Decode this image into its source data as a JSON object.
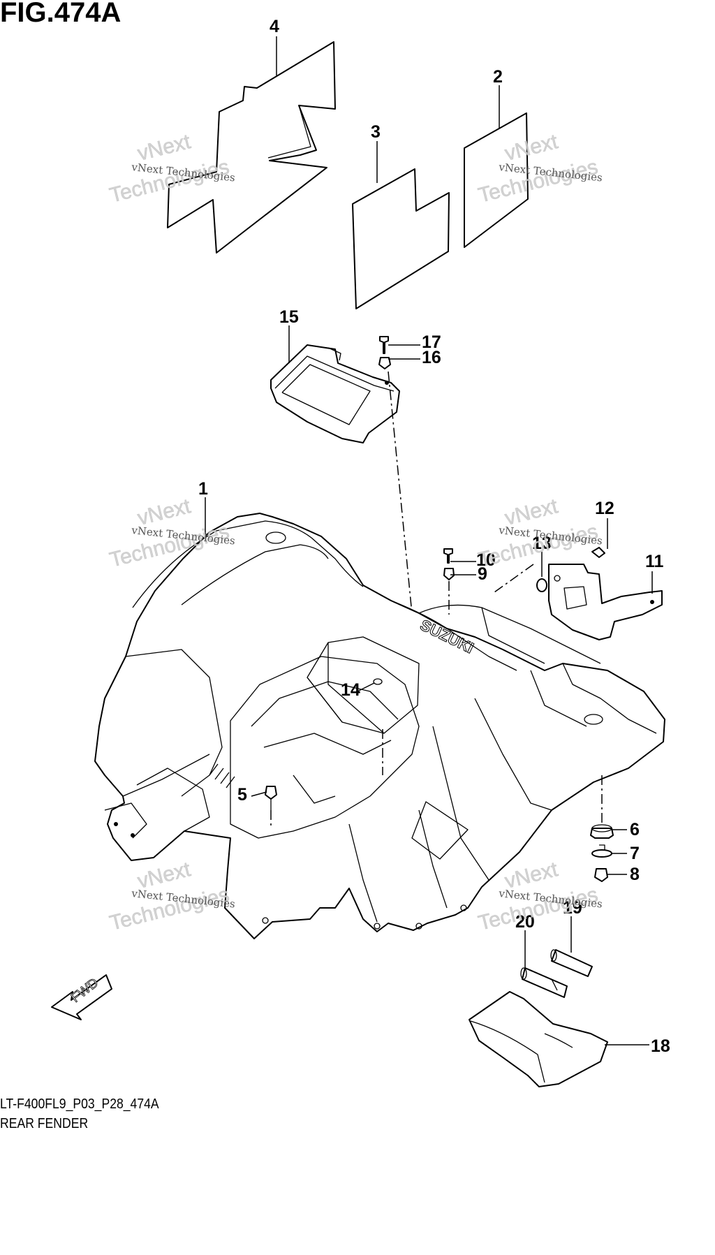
{
  "figure": {
    "title": "FIG.474A",
    "code": "LT-F400FL9_P03_P28_474A",
    "caption": "REAR FENDER"
  },
  "watermark": {
    "line1": "vNext Technologies",
    "line2": "vNext",
    "line3": "Technologies"
  },
  "arrow_label": "FWD",
  "callouts": {
    "c1": "1",
    "c2": "2",
    "c3": "3",
    "c4": "4",
    "c5": "5",
    "c6": "6",
    "c7": "7",
    "c8": "8",
    "c9": "9",
    "c10": "10",
    "c11": "11",
    "c12": "12",
    "c13": "13",
    "c14": "14",
    "c15": "15",
    "c16": "16",
    "c17": "17",
    "c18": "18",
    "c19": "19",
    "c20": "20"
  },
  "fender_logo": "SUZUKI",
  "colors": {
    "line": "#000000",
    "background": "#ffffff",
    "watermark": "#cfcfcf"
  }
}
